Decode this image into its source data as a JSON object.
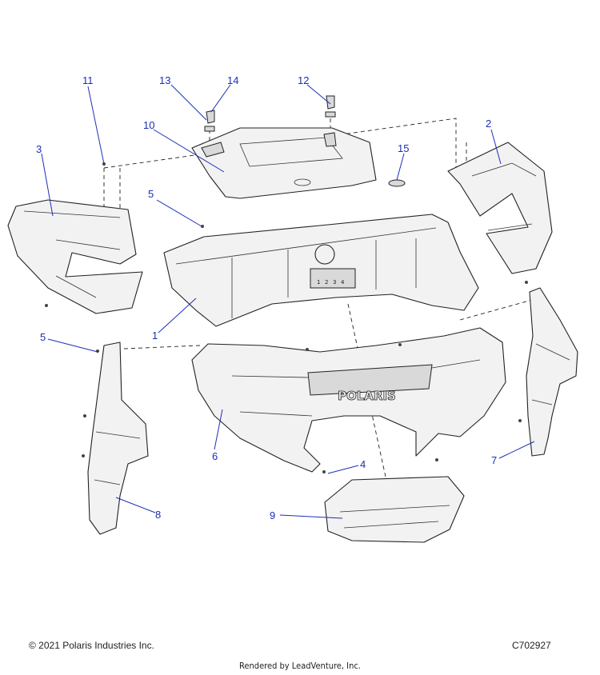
{
  "diagram": {
    "callouts": [
      {
        "id": "1",
        "label": "1"
      },
      {
        "id": "2",
        "label": "2"
      },
      {
        "id": "3",
        "label": "3"
      },
      {
        "id": "4",
        "label": "4"
      },
      {
        "id": "5a",
        "label": "5"
      },
      {
        "id": "5b",
        "label": "5"
      },
      {
        "id": "6",
        "label": "6"
      },
      {
        "id": "7",
        "label": "7"
      },
      {
        "id": "8",
        "label": "8"
      },
      {
        "id": "9",
        "label": "9"
      },
      {
        "id": "10",
        "label": "10"
      },
      {
        "id": "11",
        "label": "11"
      },
      {
        "id": "12",
        "label": "12"
      },
      {
        "id": "13",
        "label": "13"
      },
      {
        "id": "14",
        "label": "14"
      },
      {
        "id": "15",
        "label": "15"
      }
    ],
    "logo_text": "POLARIS",
    "gauge_numbers": [
      "1",
      "2",
      "3",
      "4"
    ],
    "callout_color": "#1a2fb8"
  },
  "footer": {
    "copyright": "© 2021 Polaris Industries Inc.",
    "drawing_number": "C702927",
    "rendered_by": "Rendered by LeadVenture, Inc."
  }
}
